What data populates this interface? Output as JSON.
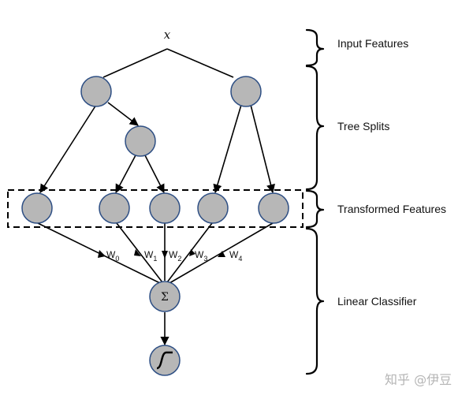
{
  "input_symbol": "x",
  "sum_symbol": "Σ",
  "sections": {
    "input": "Input Features",
    "tree": "Tree Splits",
    "transformed": "Transformed Features",
    "linear": "Linear Classifier"
  },
  "weights": [
    {
      "base": "W",
      "sub": "0"
    },
    {
      "base": "W",
      "sub": "1"
    },
    {
      "base": "W",
      "sub": "2"
    },
    {
      "base": "W",
      "sub": "3"
    },
    {
      "base": "W",
      "sub": "4"
    }
  ],
  "watermark": "知乎 @伊豆",
  "colors": {
    "node_fill": "#b7b7b7",
    "node_stroke": "#2e4f84"
  }
}
